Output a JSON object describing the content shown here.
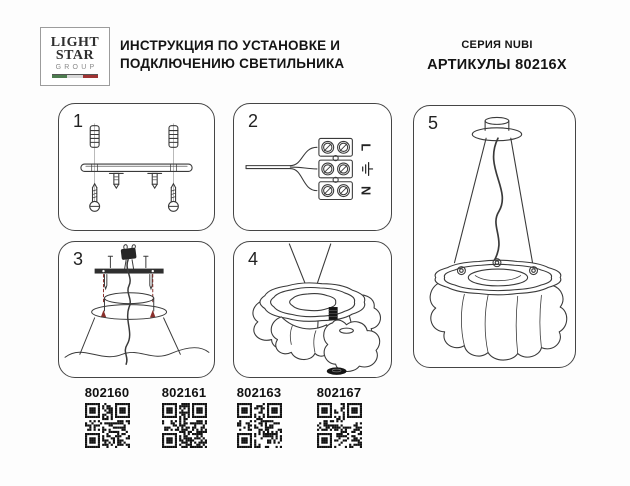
{
  "logo": {
    "word1": "LIGHT",
    "word2": "STAR",
    "word3": "GROUP"
  },
  "header": {
    "title_line1": "ИНСТРУКЦИЯ ПО УСТАНОВКЕ И",
    "title_line2": "ПОДКЛЮЧЕНИЮ СВЕТИЛЬНИКА",
    "series": "СЕРИЯ NUBI",
    "articles_heading": "АРТИКУЛЫ 80216X"
  },
  "steps": [
    "1",
    "2",
    "3",
    "4",
    "5"
  ],
  "wiring": {
    "live": "L",
    "neutral": "N"
  },
  "articles": [
    "802160",
    "802161",
    "802163",
    "802167"
  ],
  "icons": {
    "ground_symbol": "earth-ground-icon",
    "qr_code": "qr-code-icon"
  },
  "colors": {
    "ink": "#3a3a3a",
    "accent_red": "#8a2f2b",
    "flag_green": "#4d7c4f",
    "flag_red": "#a03434",
    "panel_border": "#454545"
  }
}
